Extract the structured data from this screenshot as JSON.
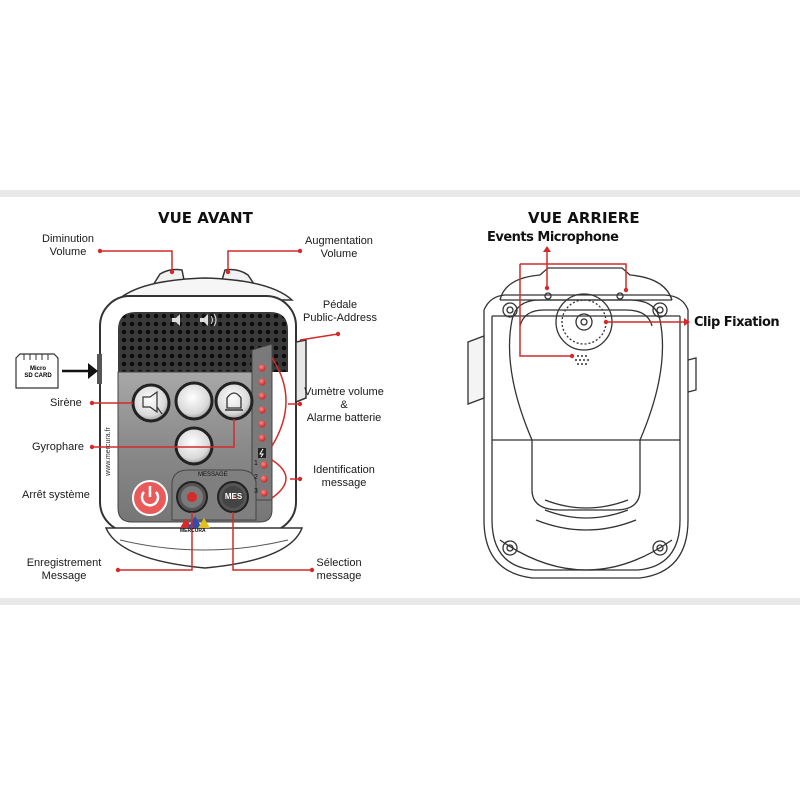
{
  "front": {
    "title": "VUE AVANT",
    "labels": {
      "diminution": [
        "Diminution",
        "Volume"
      ],
      "augmentation": [
        "Augmentation",
        "Volume"
      ],
      "pedale": [
        "Pédale",
        "Public-Address"
      ],
      "sirene": "Sirène",
      "vumetre": [
        "Vumètre volume",
        "&",
        "Alarme batterie"
      ],
      "gyrophare": "Gyrophare",
      "identification": [
        "Identification",
        "message"
      ],
      "arret": "Arrêt système",
      "enregistrement": [
        "Enregistrement",
        "Message"
      ],
      "selection": [
        "Sélection",
        "message"
      ]
    },
    "device": {
      "sd_card": [
        "Micro",
        "SD CARD"
      ],
      "message_label": "MESSAGE",
      "mes_button": "MES",
      "message_numbers": [
        "1",
        "2",
        "3"
      ],
      "brand": "MERCURA",
      "website": "www.mercura.fr"
    }
  },
  "back": {
    "title": "VUE ARRIERE",
    "labels": {
      "events_microphone": "Events Microphone",
      "clip_fixation": "Clip Fixation"
    }
  },
  "colors": {
    "accent": "#d42a2a",
    "panel": "#8e8e8e",
    "outline": "#333333"
  }
}
